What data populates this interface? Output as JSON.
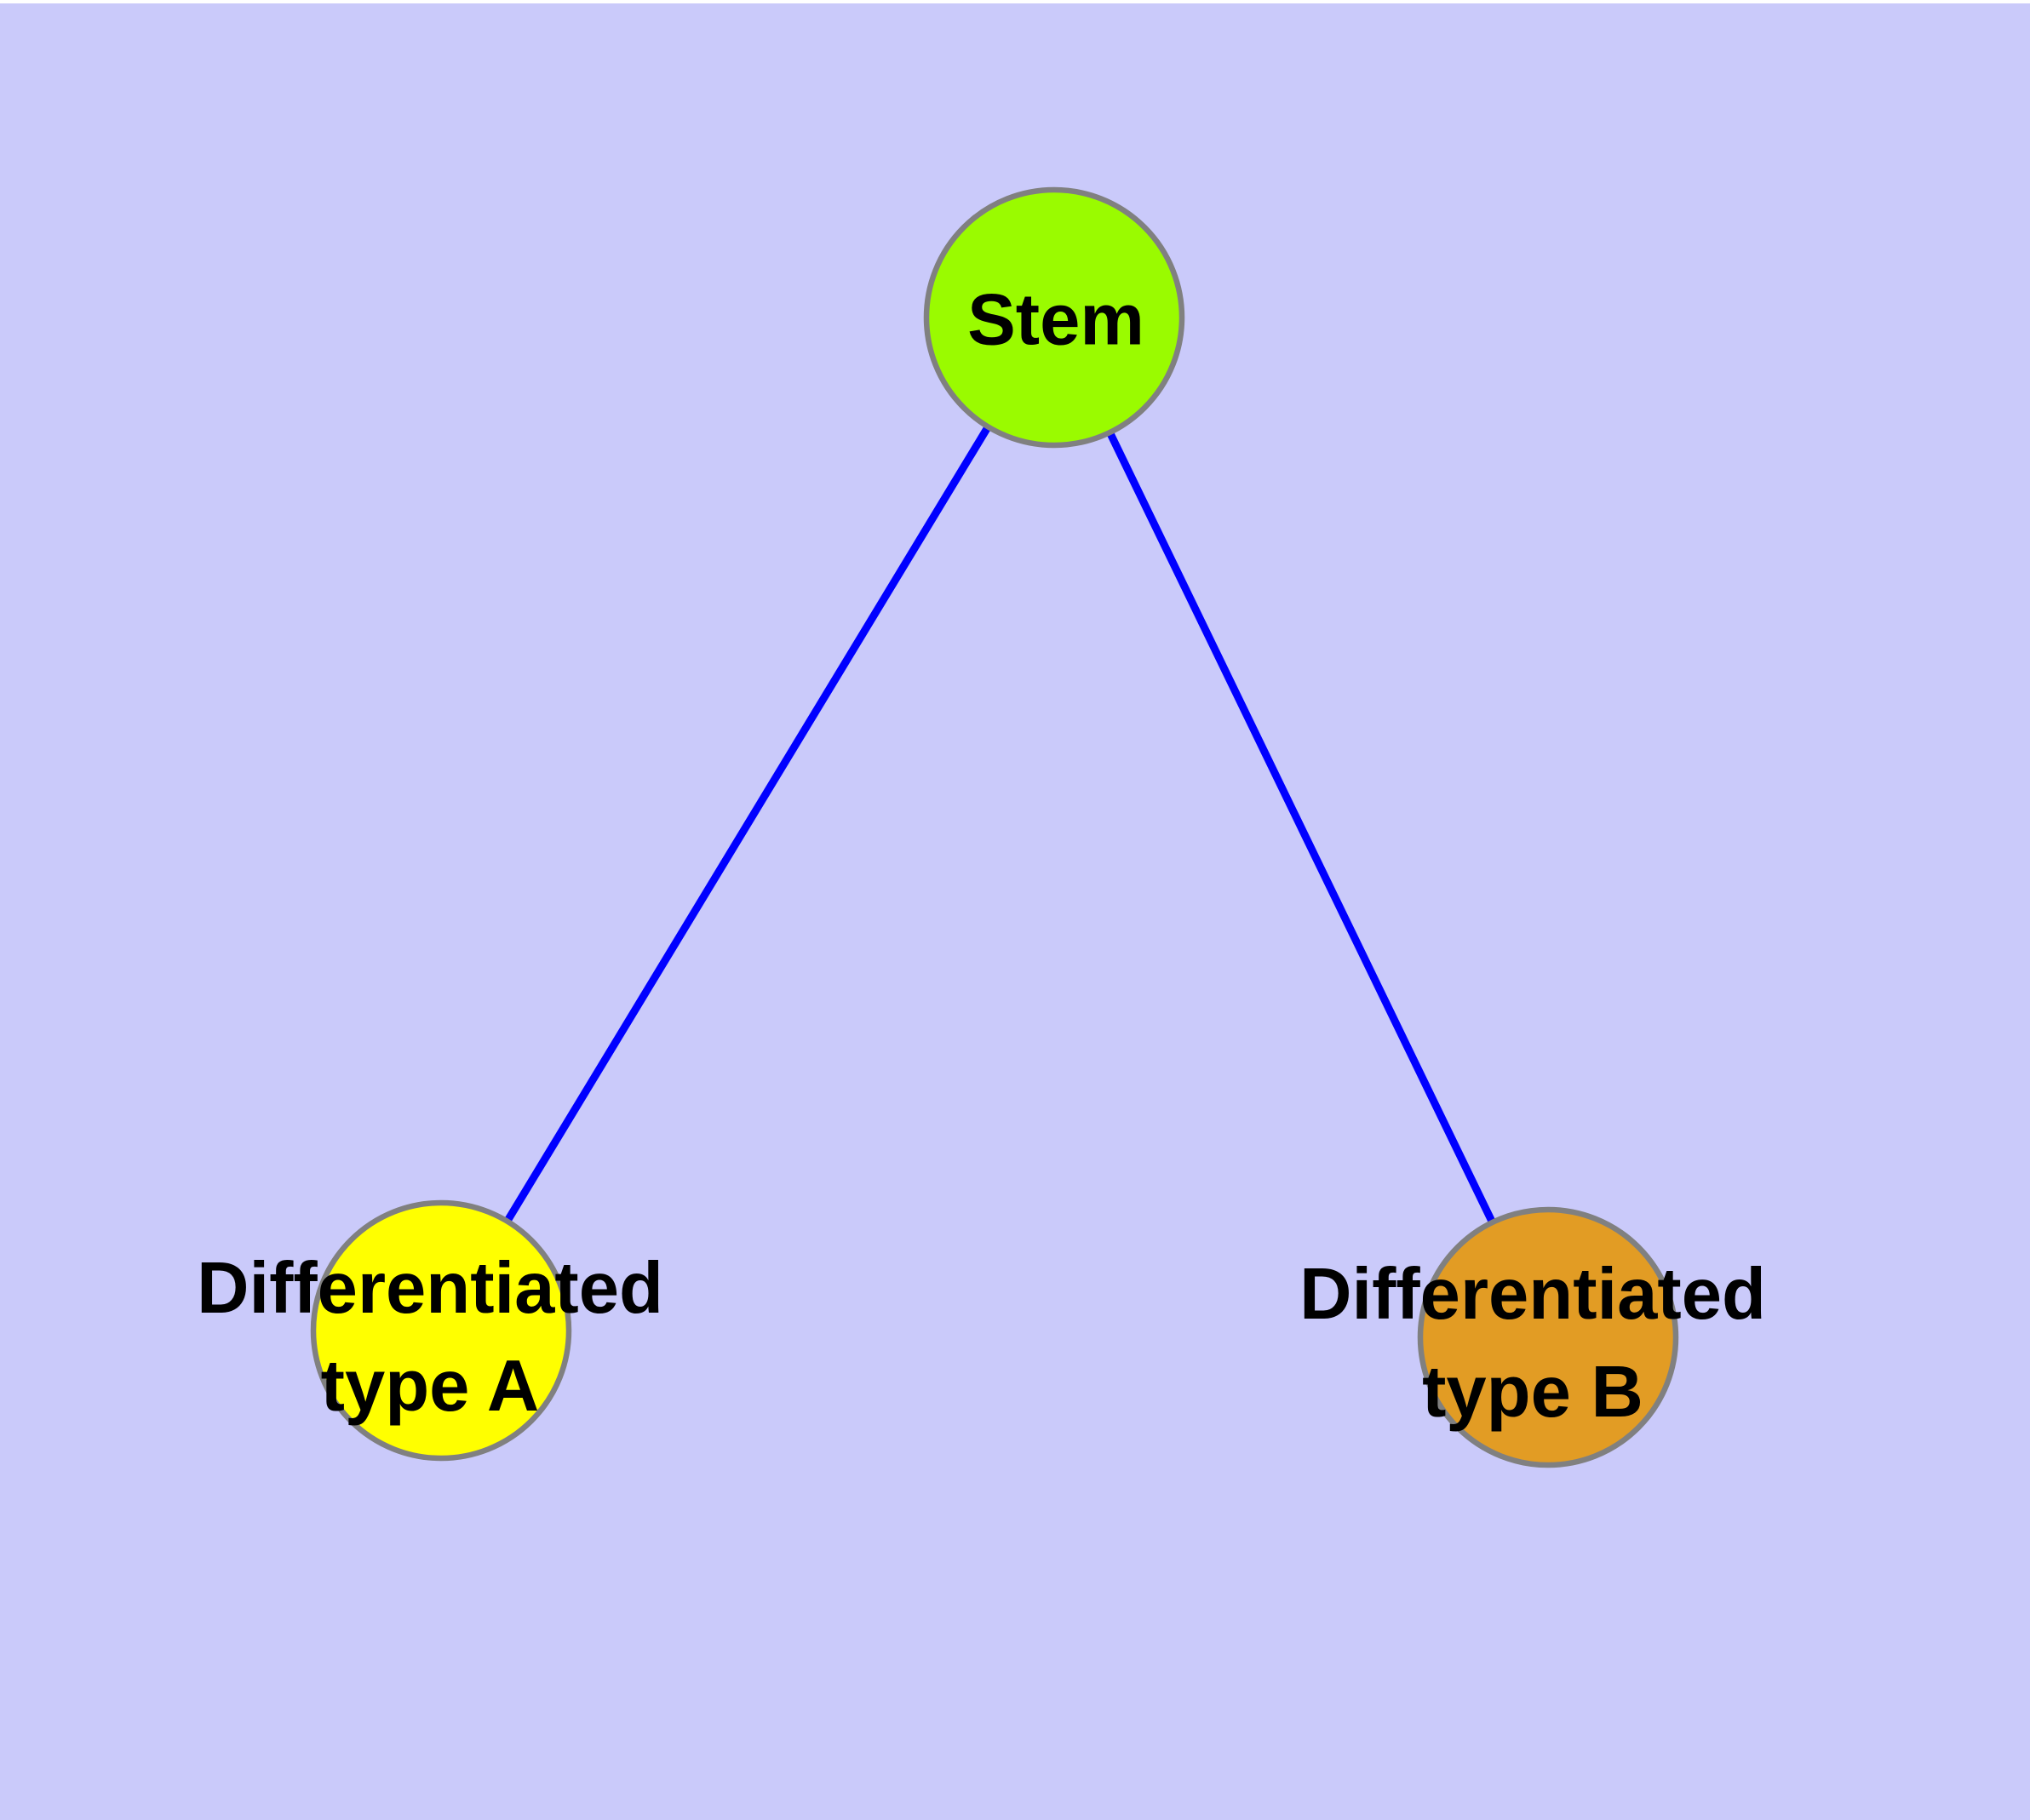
{
  "diagram": {
    "type": "node-link-graph",
    "background_color": "#CACAFA",
    "page_border_color": "#FFFFFF",
    "edge_color": "#0000FF",
    "node_border_color": "#808080",
    "nodes": {
      "stem": {
        "label": "Stem",
        "color": "#9AFB00"
      },
      "type_a": {
        "label": "Differentiated\ntype A",
        "color": "#FFFF00"
      },
      "type_b": {
        "label": "Differentiated\ntype B",
        "color": "#E29C24"
      }
    },
    "edges": [
      {
        "from": "Stem",
        "to": "Differentiated type A"
      },
      {
        "from": "Stem",
        "to": "Differentiated type B"
      }
    ]
  }
}
